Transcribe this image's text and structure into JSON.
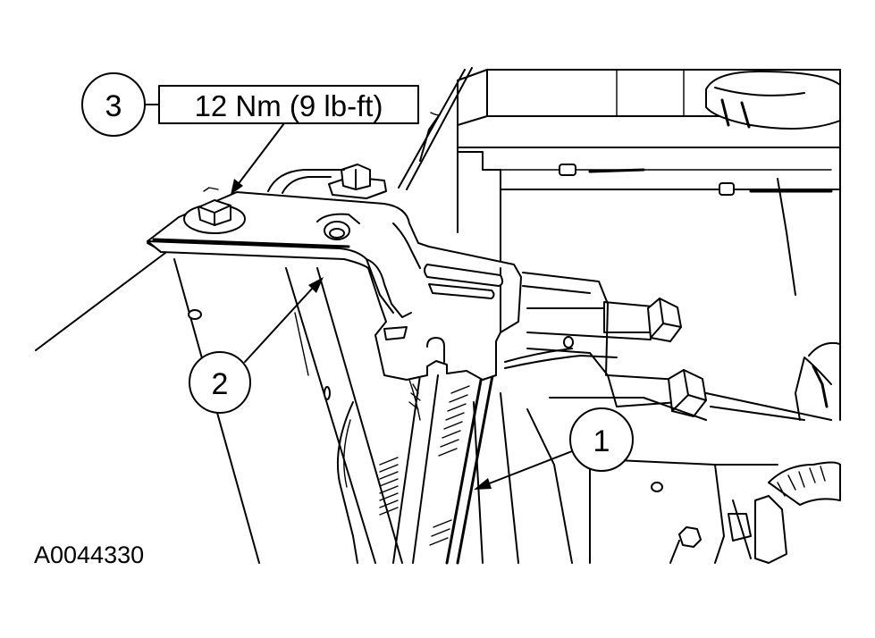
{
  "callouts": {
    "one": "1",
    "two": "2",
    "three": "3"
  },
  "torque_spec": "12 Nm (9 lb-ft)",
  "figure_id": "A0044330"
}
